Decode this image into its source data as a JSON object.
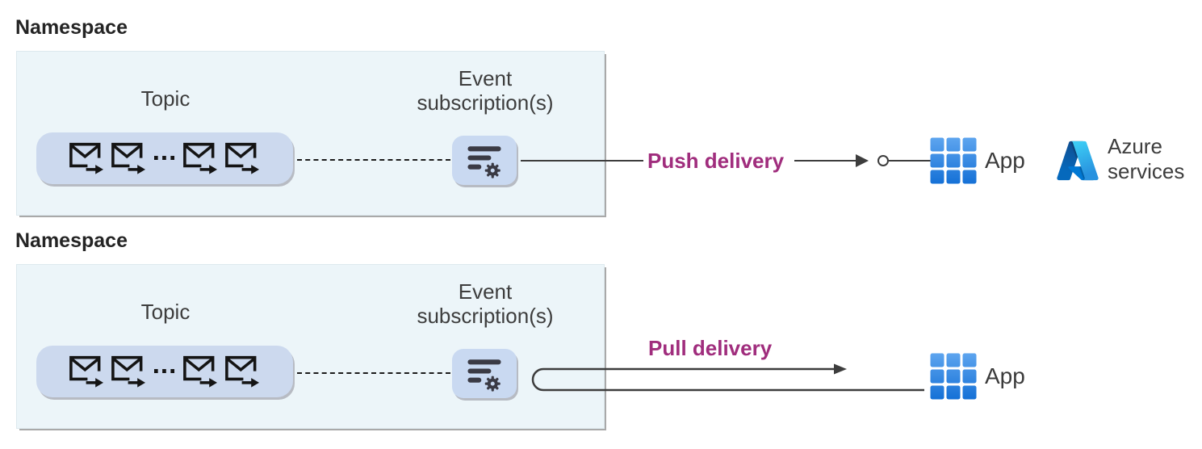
{
  "colors": {
    "delivery_label_magenta": "#a02d7d",
    "connector_line": "#3d3d3d",
    "namespace_box_fill": "#ecf5f9",
    "topic_pill_fill": "#ccd9ee",
    "subscription_icon_fill": "#c9d9f1",
    "envelope_stroke": "#141414",
    "app_grid_blue_top": "#5ea5ef",
    "app_grid_blue_bottom": "#1470d6",
    "azure_logo_blue": "#0078D4"
  },
  "push_section": {
    "namespace_label": "Namespace",
    "topic_label": "Topic",
    "topic_ellipsis": "...",
    "event_subscription_line1": "Event",
    "event_subscription_line2": "subscription(s)",
    "delivery_label": "Push delivery",
    "app_label": "App",
    "azure_services_line1": "Azure",
    "azure_services_line2": "services"
  },
  "pull_section": {
    "namespace_label": "Namespace",
    "topic_label": "Topic",
    "topic_ellipsis": "...",
    "event_subscription_line1": "Event",
    "event_subscription_line2": "subscription(s)",
    "delivery_label": "Pull delivery",
    "app_label": "App"
  }
}
